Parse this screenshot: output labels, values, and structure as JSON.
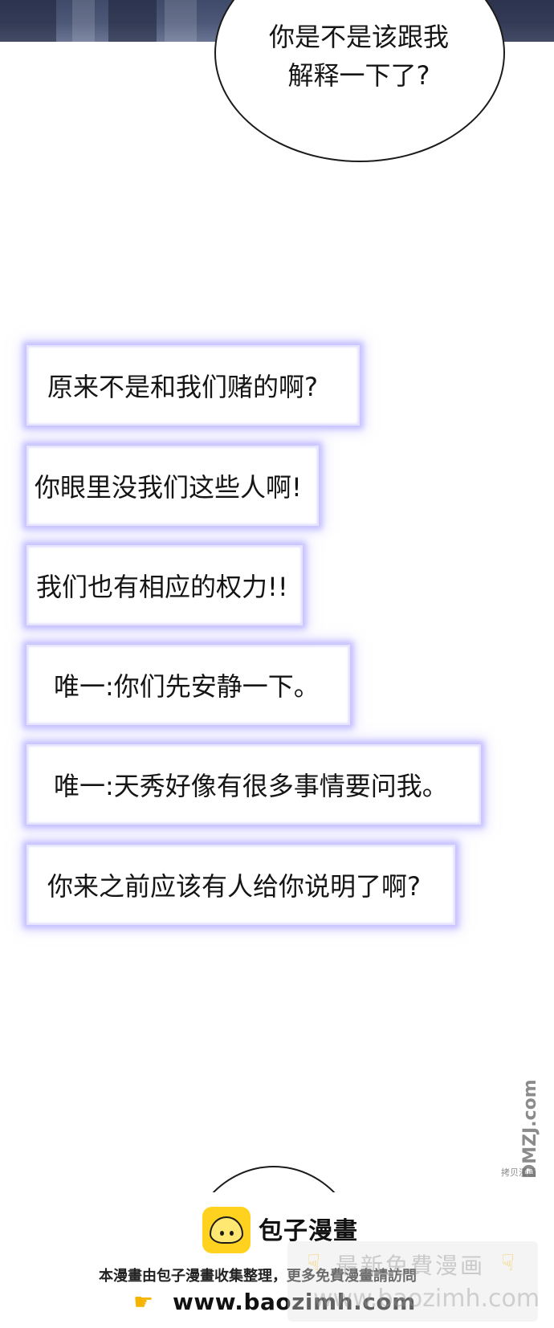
{
  "speech_bubble": {
    "lines": [
      "你是不是该跟我",
      "解释一下了?"
    ]
  },
  "chat_messages": [
    {
      "text": "原来不是和我们赌的啊?"
    },
    {
      "text": "你眼里没我们这些人啊!"
    },
    {
      "text": "我们也有相应的权力!!"
    },
    {
      "text": "唯一:你们先安静一下。"
    },
    {
      "text": "唯一:天秀好像有很多事情要问我。"
    },
    {
      "text": "你来之前应该有人给你说明了啊?"
    }
  ],
  "footer": {
    "logo_name": "包子漫畫",
    "note": "本漫畫由包子漫畫收集整理，更多免費漫畫請訪問",
    "url": "www.baozimh.com",
    "logo_icon": "baozi-bun-icon",
    "pointer_icon": "pointing-hand-icon",
    "brand_color": "#ffd21f"
  },
  "watermark": {
    "line1": "最新免費漫画",
    "line2": "www.baozimh.com",
    "side_stamp": "DMZJ.com",
    "side_small": "拷贝漫画"
  }
}
